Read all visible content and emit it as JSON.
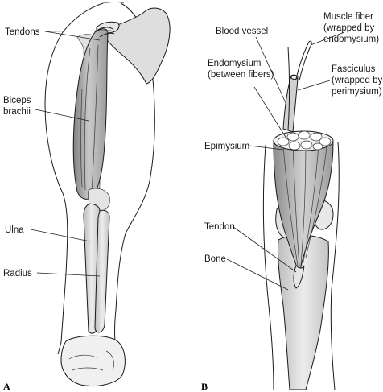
{
  "panels": {
    "a": {
      "letter": "A",
      "labels": {
        "tendons": "Tendons",
        "biceps_line1": "Biceps",
        "biceps_line2": "brachii",
        "ulna": "Ulna",
        "radius": "Radius"
      }
    },
    "b": {
      "letter": "B",
      "labels": {
        "blood_vessel": "Blood vessel",
        "muscle_fiber_line1": "Muscle fiber",
        "muscle_fiber_line2": "(wrapped by",
        "muscle_fiber_line3": "endomysium)",
        "endomysium_line1": "Endomysium",
        "endomysium_line2": "(between fibers)",
        "fasciculus_line1": "Fasciculus",
        "fasciculus_line2": "(wrapped by",
        "fasciculus_line3": "perimysium)",
        "epimysium": "Epimysium",
        "tendon": "Tendon",
        "bone": "Bone"
      }
    }
  },
  "colors": {
    "ink": "#1a1a1a",
    "muscle_dark": "#8a8a8a",
    "muscle_mid": "#b5b5b5",
    "muscle_light": "#e4e4e4",
    "bone": "#d6d6d6",
    "background": "#ffffff"
  }
}
